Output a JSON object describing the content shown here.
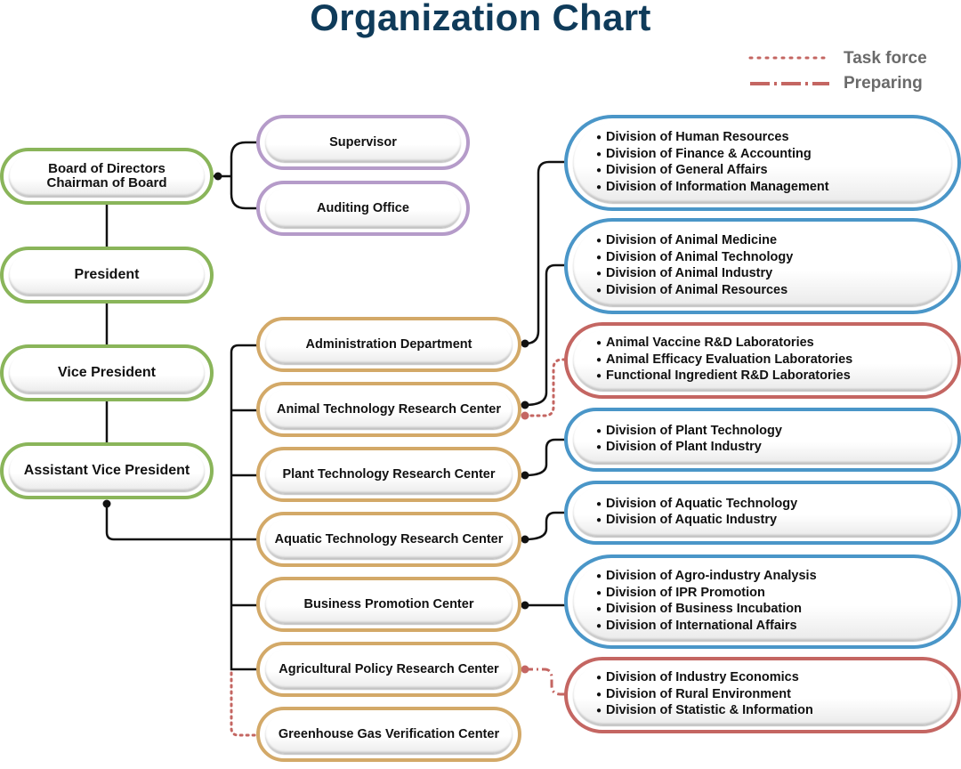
{
  "title": "Organization Chart",
  "legend": {
    "task_force": "Task force",
    "preparing": "Preparing",
    "task_force_color": "#c46662",
    "preparing_color": "#c46662"
  },
  "colors": {
    "leadership": "#8ab55a",
    "oversight": "#b59bc9",
    "centers": "#d3a968",
    "divisions": "#4a96c8",
    "task_force": "#c46662",
    "title": "#0f3b5a"
  },
  "leadership": {
    "board_line1": "Board of Directors",
    "board_line2": "Chairman of Board",
    "president": "President",
    "vice_president": "Vice President",
    "assistant_vice_president": "Assistant Vice President"
  },
  "oversight": {
    "supervisor": "Supervisor",
    "auditing_office": "Auditing Office"
  },
  "centers": {
    "administration": "Administration Department",
    "animal": "Animal Technology Research Center",
    "plant": "Plant Technology Research Center",
    "aquatic": "Aquatic Technology Research Center",
    "business": "Business Promotion Center",
    "agri_policy": "Agricultural Policy Research Center",
    "greenhouse": "Greenhouse Gas Verification Center"
  },
  "groups": {
    "administration": [
      "Division of Human Resources",
      "Division of Finance & Accounting",
      "Division of General Affairs",
      "Division of Information Management"
    ],
    "animal": [
      "Division of Animal Medicine",
      "Division of Animal Technology",
      "Division of Animal Industry",
      "Division of Animal Resources"
    ],
    "animal_task_force": [
      "Animal Vaccine R&D Laboratories",
      "Animal Efficacy Evaluation Laboratories",
      "Functional Ingredient R&D Laboratories"
    ],
    "plant": [
      "Division of Plant Technology",
      "Division of Plant  Industry"
    ],
    "aquatic": [
      "Division of Aquatic Technology",
      "Division of Aquatic  Industry"
    ],
    "business": [
      "Division of Agro-industry Analysis",
      "Division of IPR Promotion",
      "Division of Business Incubation",
      "Division of International Affairs"
    ],
    "agri_policy": [
      "Division of Industry Economics",
      "Division of Rural Environment",
      "Division of Statistic & Information"
    ]
  }
}
